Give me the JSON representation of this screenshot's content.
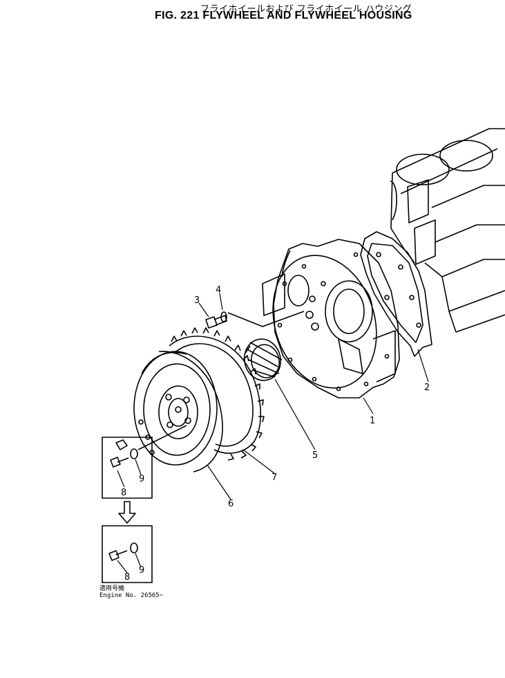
{
  "header": {
    "title_jp": "フライホイールおよび フライホイール ハウジング",
    "title_en": "FIG. 221  FLYWHEEL AND FLYWHEEL HOUSING"
  },
  "callouts": [
    "1",
    "2",
    "3",
    "4",
    "5",
    "6",
    "7",
    "8",
    "9",
    "8",
    "9"
  ],
  "note": {
    "line1": "適用号機",
    "line2": "Engine  No.  26565~"
  }
}
